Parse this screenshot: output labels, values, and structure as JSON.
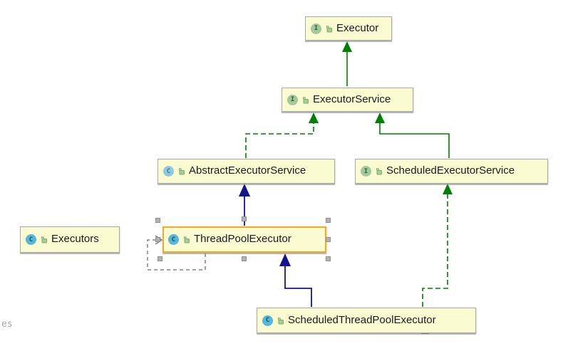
{
  "diagram": {
    "nodes": {
      "executor": {
        "label": "Executor",
        "kind": "interface",
        "icon_letter": "I"
      },
      "executor_service": {
        "label": "ExecutorService",
        "kind": "interface",
        "icon_letter": "I"
      },
      "abstract_executor_service": {
        "label": "AbstractExecutorService",
        "kind": "abstract-class",
        "icon_letter": "C"
      },
      "scheduled_executor_service": {
        "label": "ScheduledExecutorService",
        "kind": "interface",
        "icon_letter": "I"
      },
      "executors": {
        "label": "Executors",
        "kind": "class",
        "icon_letter": "C"
      },
      "thread_pool_executor": {
        "label": "ThreadPoolExecutor",
        "kind": "class",
        "icon_letter": "C",
        "selected": true
      },
      "scheduled_thread_pool_executor": {
        "label": "ScheduledThreadPoolExecutor",
        "kind": "class",
        "icon_letter": "C"
      }
    },
    "edges": [
      {
        "from": "ExecutorService",
        "to": "Executor",
        "relation": "extends",
        "style": "solid-green"
      },
      {
        "from": "AbstractExecutorService",
        "to": "ExecutorService",
        "relation": "implements",
        "style": "dashed-green"
      },
      {
        "from": "ScheduledExecutorService",
        "to": "ExecutorService",
        "relation": "extends",
        "style": "solid-green"
      },
      {
        "from": "ThreadPoolExecutor",
        "to": "AbstractExecutorService",
        "relation": "extends",
        "style": "solid-blue"
      },
      {
        "from": "ScheduledThreadPoolExecutor",
        "to": "ThreadPoolExecutor",
        "relation": "extends",
        "style": "solid-blue"
      },
      {
        "from": "ScheduledThreadPoolExecutor",
        "to": "ScheduledExecutorService",
        "relation": "implements",
        "style": "dashed-green"
      },
      {
        "from": "ThreadPoolExecutor",
        "to": "ThreadPoolExecutor",
        "relation": "dependency",
        "style": "dashed-gray"
      }
    ],
    "colors": {
      "node_fill": "#FBFBD2",
      "node_border": "#A8A8A8",
      "selection_orange": "#F7A81F",
      "interface_edge_green": "#007F00",
      "class_edge_blue": "#14148C",
      "dependency_gray": "#6E6E6E"
    },
    "corner_text": "es"
  }
}
